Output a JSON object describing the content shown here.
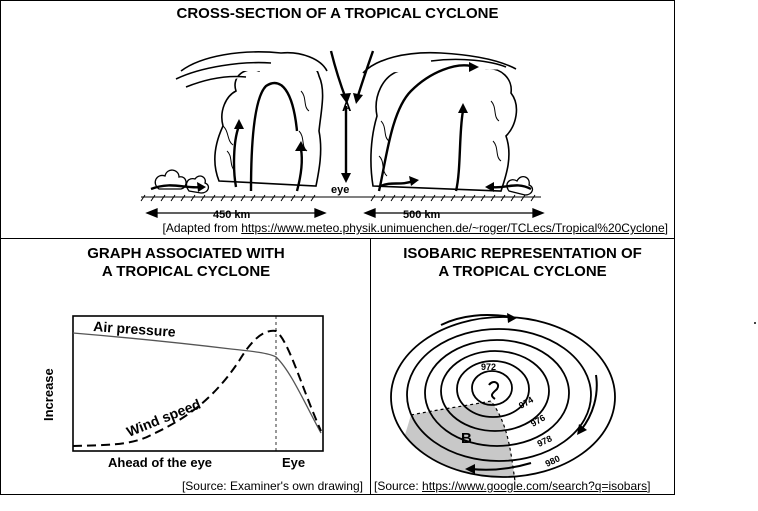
{
  "top": {
    "title": "CROSS-SECTION OF A TROPICAL CYCLONE",
    "label_a": "A",
    "label_eye": "eye",
    "dist_left": "450 km",
    "dist_right": "500 km",
    "source_prefix": "[Adapted from ",
    "source_link": "https://www.meteo.physik.unimuenchen.de/~roger/TCLecs/Tropical%20Cyclone",
    "source_suffix": "]"
  },
  "graph": {
    "title_line1": "GRAPH ASSOCIATED WITH",
    "title_line2": "A TROPICAL CYCLONE",
    "ylabel": "Increase",
    "series_air": "Air pressure",
    "series_wind": "Wind speed",
    "xlabel_left": "Ahead of the eye",
    "xlabel_right": "Eye",
    "source": "[Source: Examiner's own drawing]"
  },
  "isobar": {
    "title_line1": "ISOBARIC REPRESENTATION OF",
    "title_line2": "A TROPICAL CYCLONE",
    "labels": [
      "972",
      "974",
      "976",
      "978",
      "980"
    ],
    "label_b": "B",
    "source_prefix": "[Source: ",
    "source_link": "https://www.google.com/search?q=isobars",
    "source_suffix": "]",
    "shade_color": "#c8c8c8"
  }
}
